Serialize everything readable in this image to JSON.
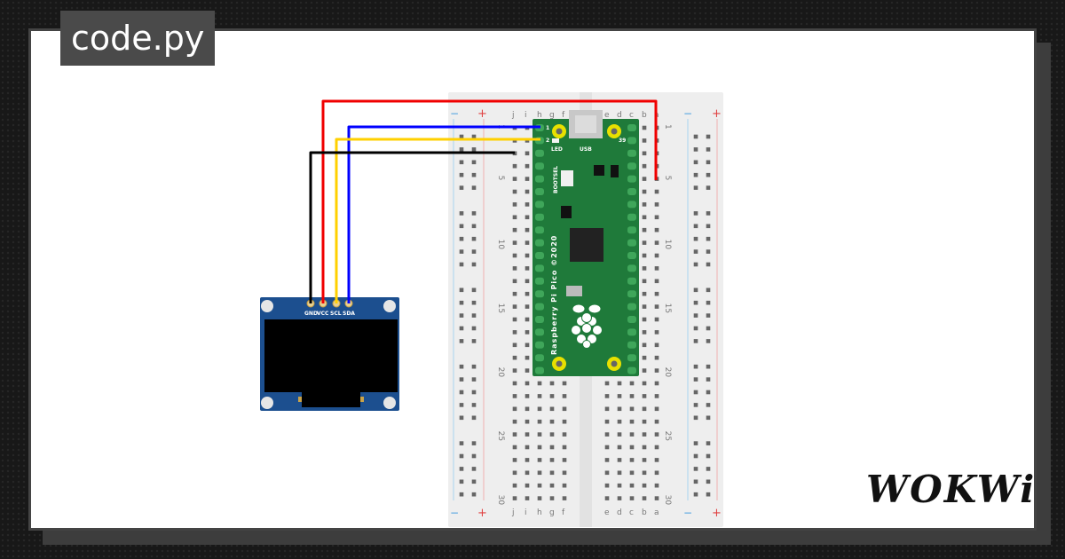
{
  "project": {
    "title": "code.py"
  },
  "brand": {
    "logo": "WOKWi"
  },
  "breadboard": {
    "rail_plus": "+",
    "rail_minus": "−",
    "columns_left": [
      "j",
      "i",
      "h",
      "g",
      "f"
    ],
    "columns_right": [
      "e",
      "d",
      "c",
      "b",
      "a"
    ],
    "row_numbers": [
      "1",
      "5",
      "10",
      "15",
      "20",
      "25",
      "30"
    ]
  },
  "pico": {
    "board_text": "Raspberry Pi Pico ©2020",
    "usb_label": "USB",
    "led_label": "LED",
    "bootsel_label": "BOOTSEL",
    "pin1": "1",
    "pin2": "2",
    "pin39": "39",
    "logo_icon": "raspberry-icon"
  },
  "oled": {
    "pins": [
      "GND",
      "VCC",
      "SCL",
      "SDA"
    ]
  },
  "wires": {
    "colors": {
      "red": "#f00000",
      "blue": "#0000ff",
      "yellow": "#ffd000",
      "black": "#000000"
    }
  }
}
